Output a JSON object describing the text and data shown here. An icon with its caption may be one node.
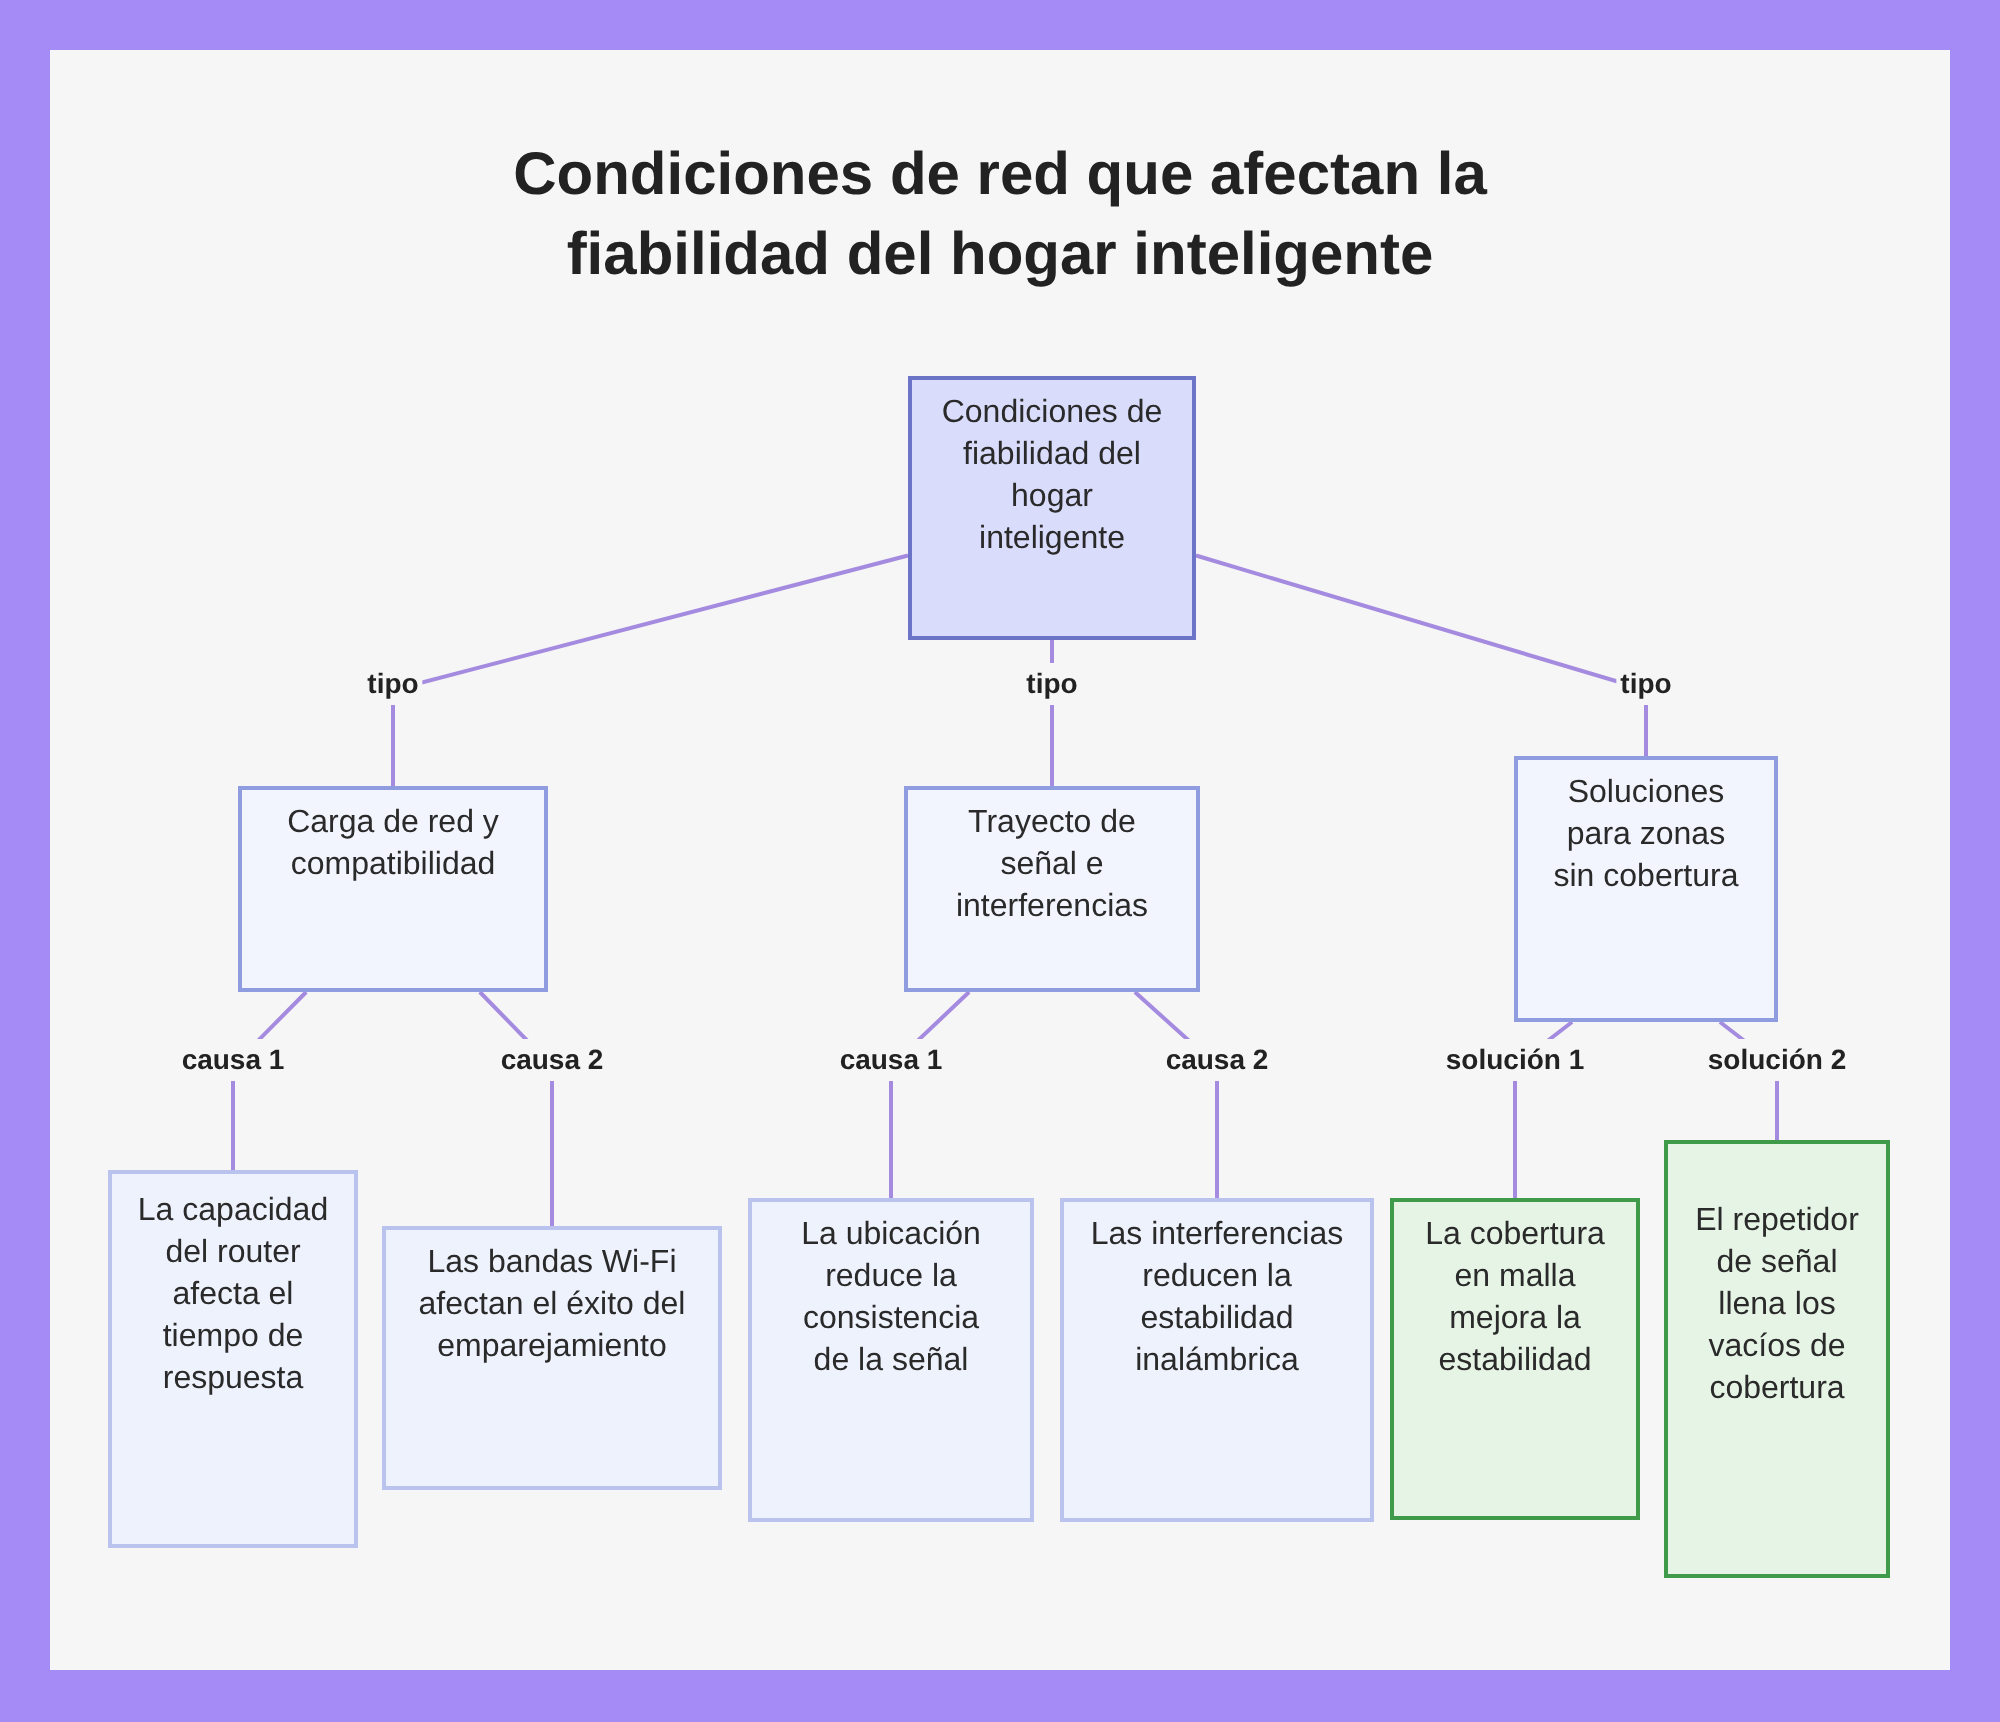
{
  "diagram": {
    "title": "Condiciones de red que afectan la fiabilidad del hogar inteligente",
    "nodes": [
      {
        "text": [
          "Condiciones de fiabilidad del hogar inteligente"
        ]
      },
      {
        "text": [
          "Carga de red y compatibilidad"
        ]
      },
      {
        "text": [
          "Trayecto de señal e interferencias"
        ]
      },
      {
        "text": [
          "Soluciones para zonas sin cobertura"
        ]
      },
      {
        "text": [
          "La capacidad del router afecta el tiempo de respuesta"
        ]
      },
      {
        "text": [
          "Las bandas Wi-Fi afectan el éxito del emparejamiento"
        ]
      },
      {
        "text": [
          "La ubicación reduce la consistencia de la señal"
        ]
      },
      {
        "text": [
          "Las interferencias reducen la estabilidad inalámbrica"
        ]
      },
      {
        "text": [
          "La cobertura en malla mejora la estabilidad"
        ]
      },
      {
        "text": [
          "El repetidor de señal llena los vacíos de cobertura"
        ]
      }
    ],
    "edges": [
      {
        "from": 0,
        "to": 1,
        "arrow": "none",
        "label": "tipo"
      },
      {
        "from": 0,
        "to": 2,
        "arrow": "none",
        "label": "tipo"
      },
      {
        "from": 0,
        "to": 3,
        "arrow": "none",
        "label": "tipo"
      },
      {
        "from": 1,
        "to": 4,
        "arrow": "none",
        "label": "causa 1"
      },
      {
        "from": 1,
        "to": 5,
        "arrow": "none",
        "label": "causa 2"
      },
      {
        "from": 2,
        "to": 6,
        "arrow": "none",
        "label": "causa 1"
      },
      {
        "from": 2,
        "to": 7,
        "arrow": "none",
        "label": "causa 2"
      },
      {
        "from": 3,
        "to": 8,
        "arrow": "none",
        "label": "solución 1"
      },
      {
        "from": 3,
        "to": 9,
        "arrow": "none",
        "label": "solución 2"
      }
    ]
  }
}
